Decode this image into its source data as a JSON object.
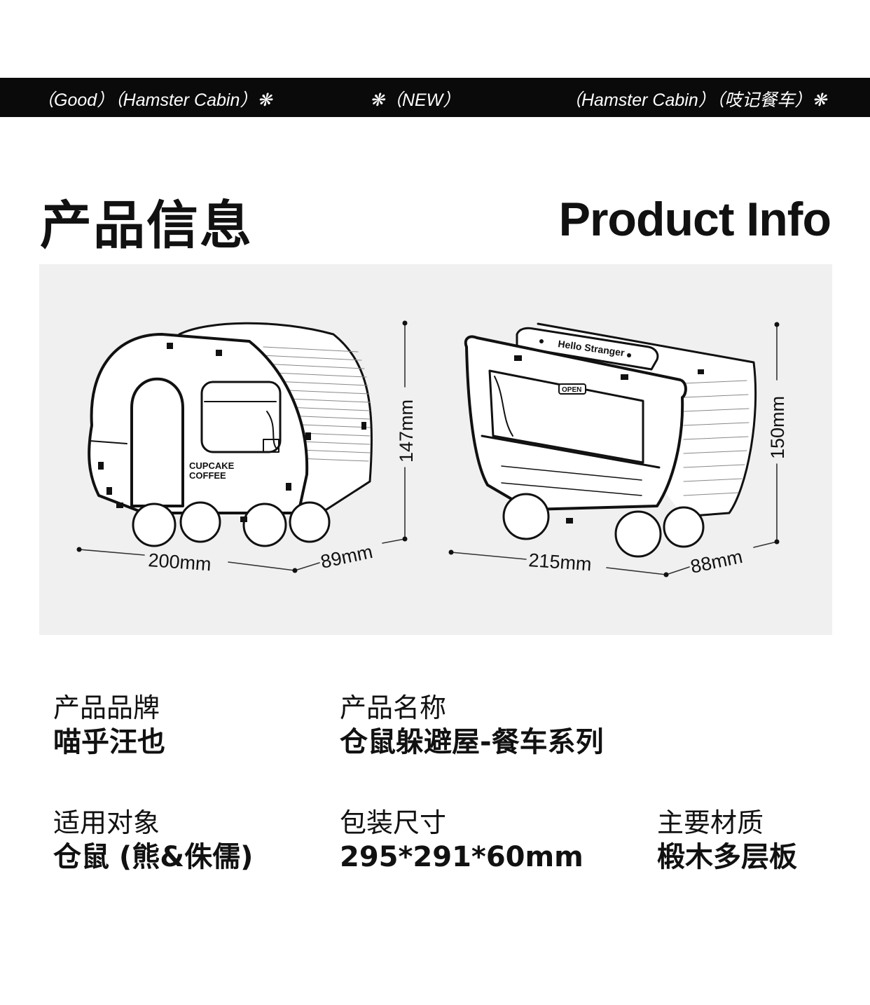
{
  "header_bar": {
    "left": "（Good）（Hamster Cabin）❋",
    "center": "❋（NEW）",
    "right": "（Hamster Cabin）（吱记餐车）❋"
  },
  "title": {
    "cn": "产品信息",
    "en": "Product Info"
  },
  "figure": {
    "left_cabin": {
      "sign": [
        "CUPCAKE",
        "COFFEE"
      ],
      "width": "200mm",
      "depth": "89mm",
      "height": "147mm"
    },
    "right_cabin": {
      "sign": "Hello Stranger",
      "open_tag": "OPEN",
      "width": "215mm",
      "depth": "88mm",
      "height": "150mm"
    }
  },
  "specs": [
    {
      "label": "产品品牌",
      "value": "喵乎汪也"
    },
    {
      "label": "产品名称",
      "value": "仓鼠躲避屋-餐车系列"
    },
    {
      "label": "适用对象",
      "value": "仓鼠 (熊&侏儒)"
    },
    {
      "label": "包装尺寸",
      "value": "295*291*60mm"
    },
    {
      "label": "主要材质",
      "value": "椴木多层板"
    }
  ]
}
